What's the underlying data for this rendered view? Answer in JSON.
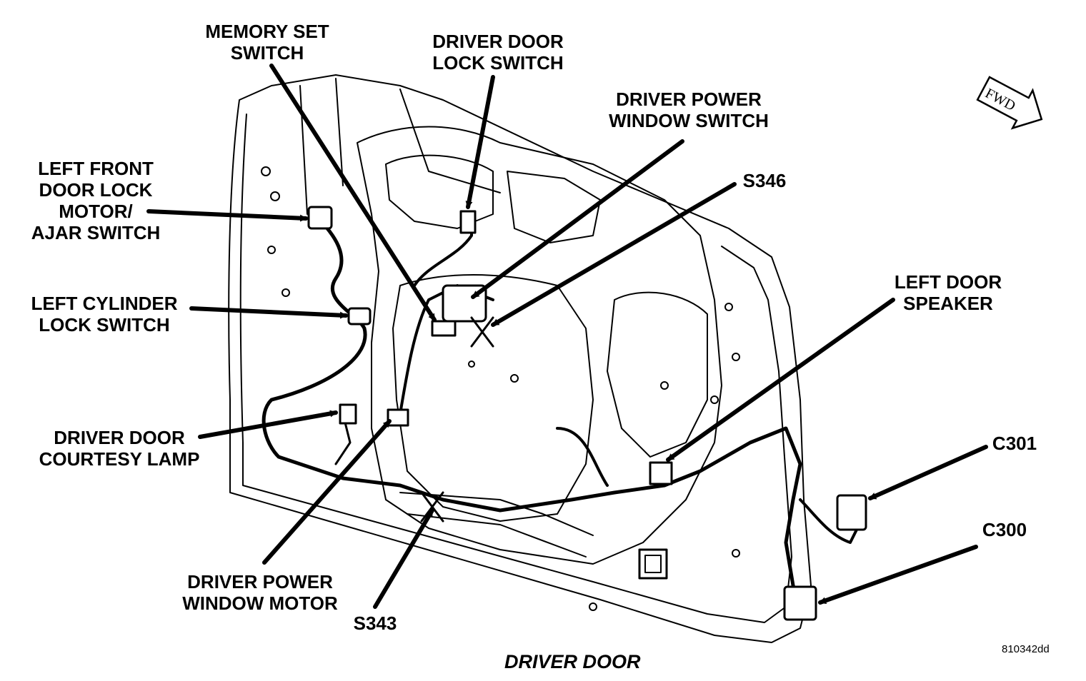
{
  "title": "DRIVER DOOR",
  "figure_id": "810342dd",
  "fwd_indicator": "FWD",
  "labels": {
    "memory_set_switch": [
      "MEMORY SET",
      "SWITCH"
    ],
    "driver_door_lock_switch": [
      "DRIVER DOOR",
      "LOCK SWITCH"
    ],
    "driver_power_window_switch": [
      "DRIVER POWER",
      "WINDOW SWITCH"
    ],
    "s346": [
      "S346"
    ],
    "left_front_door_lock_motor": [
      "LEFT FRONT",
      "DOOR LOCK",
      "MOTOR/",
      "AJAR SWITCH"
    ],
    "left_cylinder_lock_switch": [
      "LEFT CYLINDER",
      "LOCK SWITCH"
    ],
    "left_door_speaker": [
      "LEFT DOOR",
      "SPEAKER"
    ],
    "driver_door_courtesy_lamp": [
      "DRIVER DOOR",
      "COURTESY LAMP"
    ],
    "c301": [
      "C301"
    ],
    "c300": [
      "C300"
    ],
    "driver_power_window_motor": [
      "DRIVER POWER",
      "WINDOW MOTOR"
    ],
    "s343": [
      "S343"
    ]
  }
}
